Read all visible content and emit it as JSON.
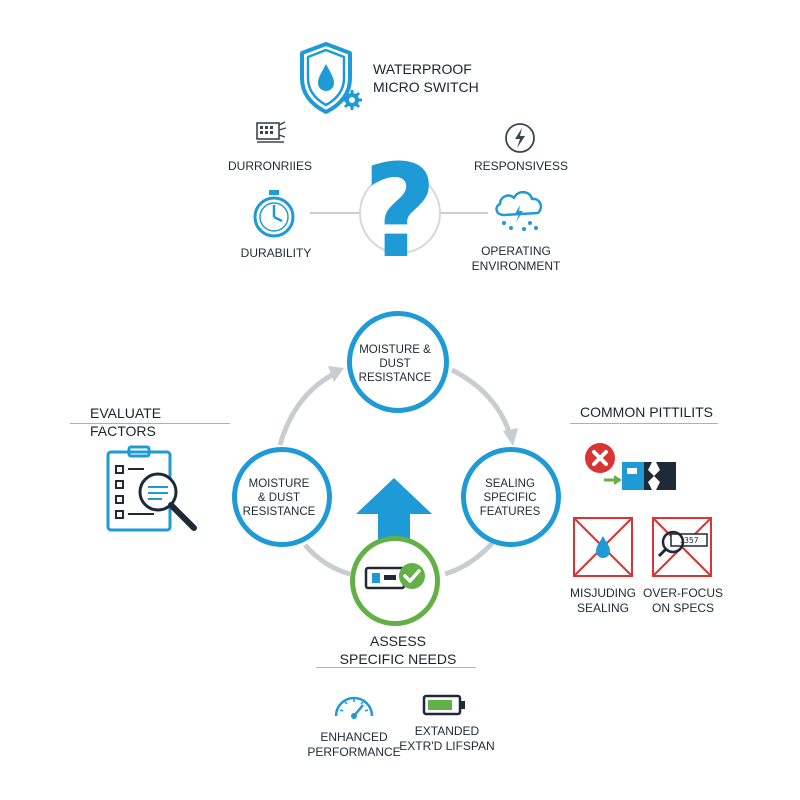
{
  "header": {
    "title_line1": "WATERPROOF",
    "title_line2": "MICRO SWITCH"
  },
  "top_factors": {
    "durronries": "DURRONRIIES",
    "responsiveness": "RESPONSIVESS",
    "durability": "DURABILITY",
    "operating_line1": "OPERATING",
    "operating_line2": "ENVIRONMENT"
  },
  "cycle": {
    "top_circle": [
      "MOISTURE &",
      "DUST",
      "RESISTANCE"
    ],
    "left_circle": [
      "MOISTURE",
      "& DUST",
      "RESISTANCE"
    ],
    "right_circle": [
      "SEALING",
      "SPECIFIC",
      "FEATURES"
    ],
    "assess_line1": "ASSESS",
    "assess_line2": "SPECIFIC NEEDS"
  },
  "left_panel": {
    "heading": "EVALUATE FACTORS"
  },
  "right_panel": {
    "heading": "COMMON PITTILITS",
    "item1_line1": "MISJUDING",
    "item1_line2": "SEALING",
    "item2_line1": "OVER-FOCUS",
    "item2_line2": "ON SPECS"
  },
  "bottom": {
    "enhanced_line1": "ENHANCED",
    "enhanced_line2": "PERFORMANCE",
    "extended_line1": "EXTANDED",
    "extended_line2": "EXTR'D LIFSPAN"
  },
  "colors": {
    "blue": "#1e9ad6",
    "green": "#63b046",
    "red": "#d93535",
    "grey": "#c9ccd0",
    "dark": "#1e2a36"
  }
}
